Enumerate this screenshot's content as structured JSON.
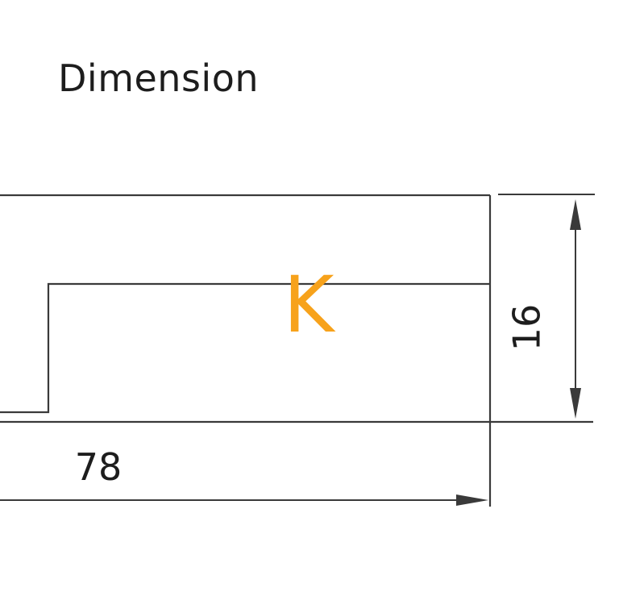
{
  "title": "Dimension",
  "dimensions": {
    "width_value": "78",
    "height_value": "16"
  },
  "watermark": {
    "letter": "K",
    "color": "#f7a21b"
  },
  "colors": {
    "line": "#3a3a3a",
    "text": "#1d1d1d"
  }
}
